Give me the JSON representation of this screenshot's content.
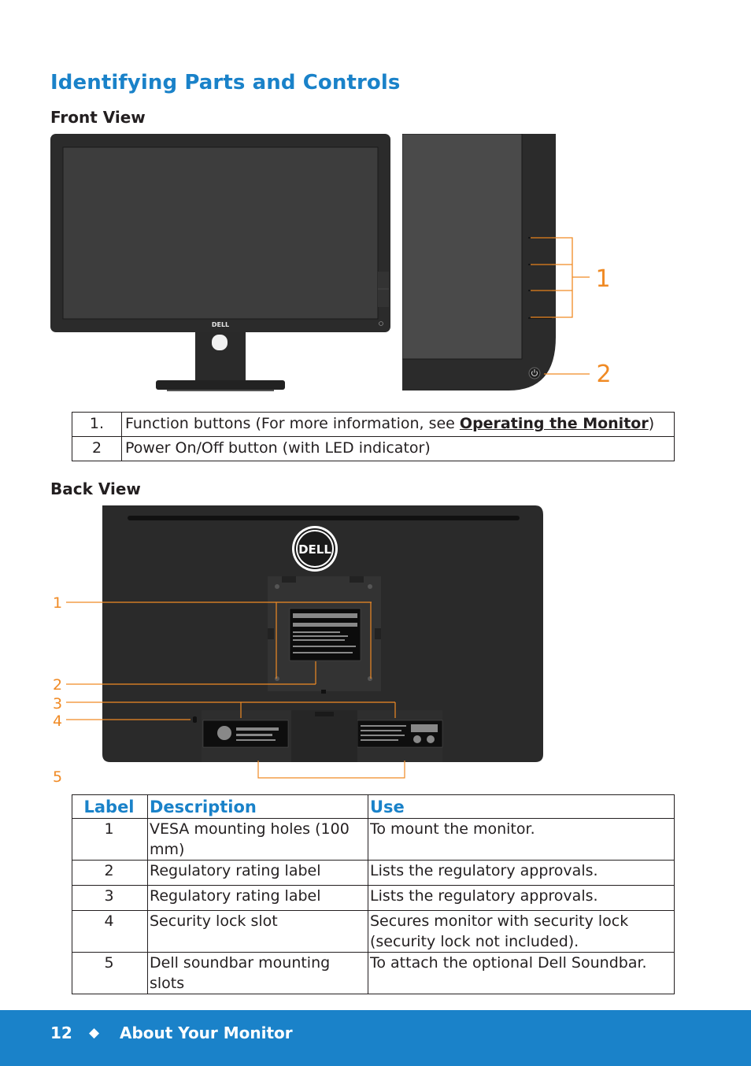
{
  "page_title": "Identifying Parts and Controls",
  "front": {
    "heading": "Front View",
    "callouts": [
      "1",
      "2"
    ],
    "table": [
      {
        "num": "1.",
        "text_before": "Function buttons (For more information, see ",
        "link": "Operating the Monitor",
        "text_after": ")"
      },
      {
        "num": "2",
        "text_before": "Power On/Off button (with LED indicator)",
        "link": "",
        "text_after": ""
      }
    ]
  },
  "back": {
    "heading": "Back View",
    "callouts": [
      "1",
      "2",
      "3",
      "4",
      "5"
    ],
    "headers": {
      "label": "Label",
      "description": "Description",
      "use": "Use"
    },
    "rows": [
      {
        "label": "1",
        "description": "VESA mounting holes (100 mm)",
        "use": "To mount the monitor."
      },
      {
        "label": "2",
        "description": "Regulatory rating label",
        "use": "Lists the regulatory approvals."
      },
      {
        "label": "3",
        "description": "Regulatory rating label",
        "use": "Lists the regulatory approvals."
      },
      {
        "label": "4",
        "description": "Security lock slot",
        "use": "Secures monitor with security lock (security lock not included)."
      },
      {
        "label": "5",
        "description": "Dell soundbar mounting slots",
        "use": "To attach the optional Dell Soundbar."
      }
    ]
  },
  "footer": {
    "page_number": "12",
    "separator": "◆",
    "section": "About Your Monitor"
  },
  "brand": {
    "logo_text": "DELL"
  },
  "colors": {
    "accent": "#1a82c9",
    "callout": "#f08a24"
  }
}
